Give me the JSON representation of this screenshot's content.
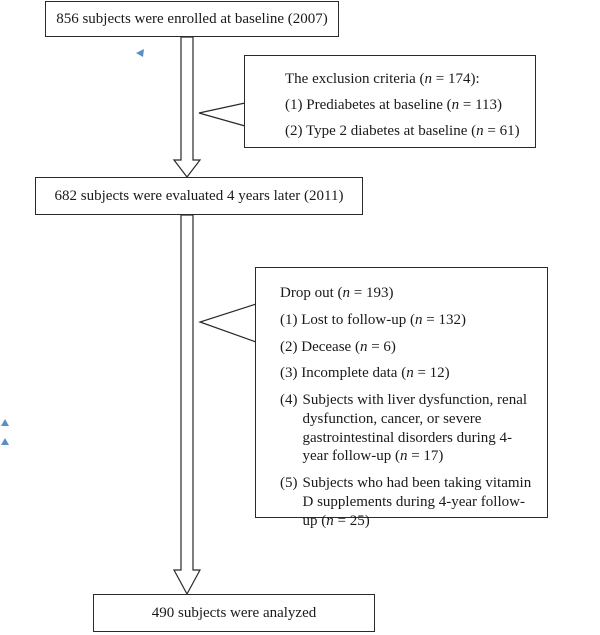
{
  "boxes": {
    "baseline": "856 subjects were enrolled at baseline (2007)",
    "evaluated": "682 subjects were evaluated 4 years later (2011)",
    "analyzed": "490 subjects were analyzed"
  },
  "exclusion": {
    "heading_pre": "The exclusion criteria (",
    "n_symbol": "n",
    "heading_post": " = 174):",
    "items": [
      {
        "number": "(1)",
        "pre": "Prediabetes at baseline (",
        "post": " = 113)"
      },
      {
        "number": "(2)",
        "pre": "Type 2 diabetes at baseline (",
        "post": " = 61)"
      }
    ]
  },
  "dropout": {
    "heading_pre": "Drop out (",
    "heading_post": " = 193)",
    "items": [
      {
        "number": "(1)",
        "pre": "Lost to follow-up (",
        "post": " = 132)"
      },
      {
        "number": "(2)",
        "pre": "Decease (",
        "post": " = 6)"
      },
      {
        "number": "(3)",
        "pre": "Incomplete data (",
        "post": " = 12)"
      },
      {
        "number": "(4)",
        "pre": "Subjects with liver dysfunction, renal dysfunction, cancer, or severe gastrointestinal disorders during 4-year follow-up (",
        "post": " = 17)"
      },
      {
        "number": "(5)",
        "pre": "Subjects who had been taking vitamin D supplements during 4-year follow-up (",
        "post": " = 25)"
      }
    ]
  },
  "colors": {
    "line": "#2a2a2a",
    "marker": "#5b8fc7"
  }
}
